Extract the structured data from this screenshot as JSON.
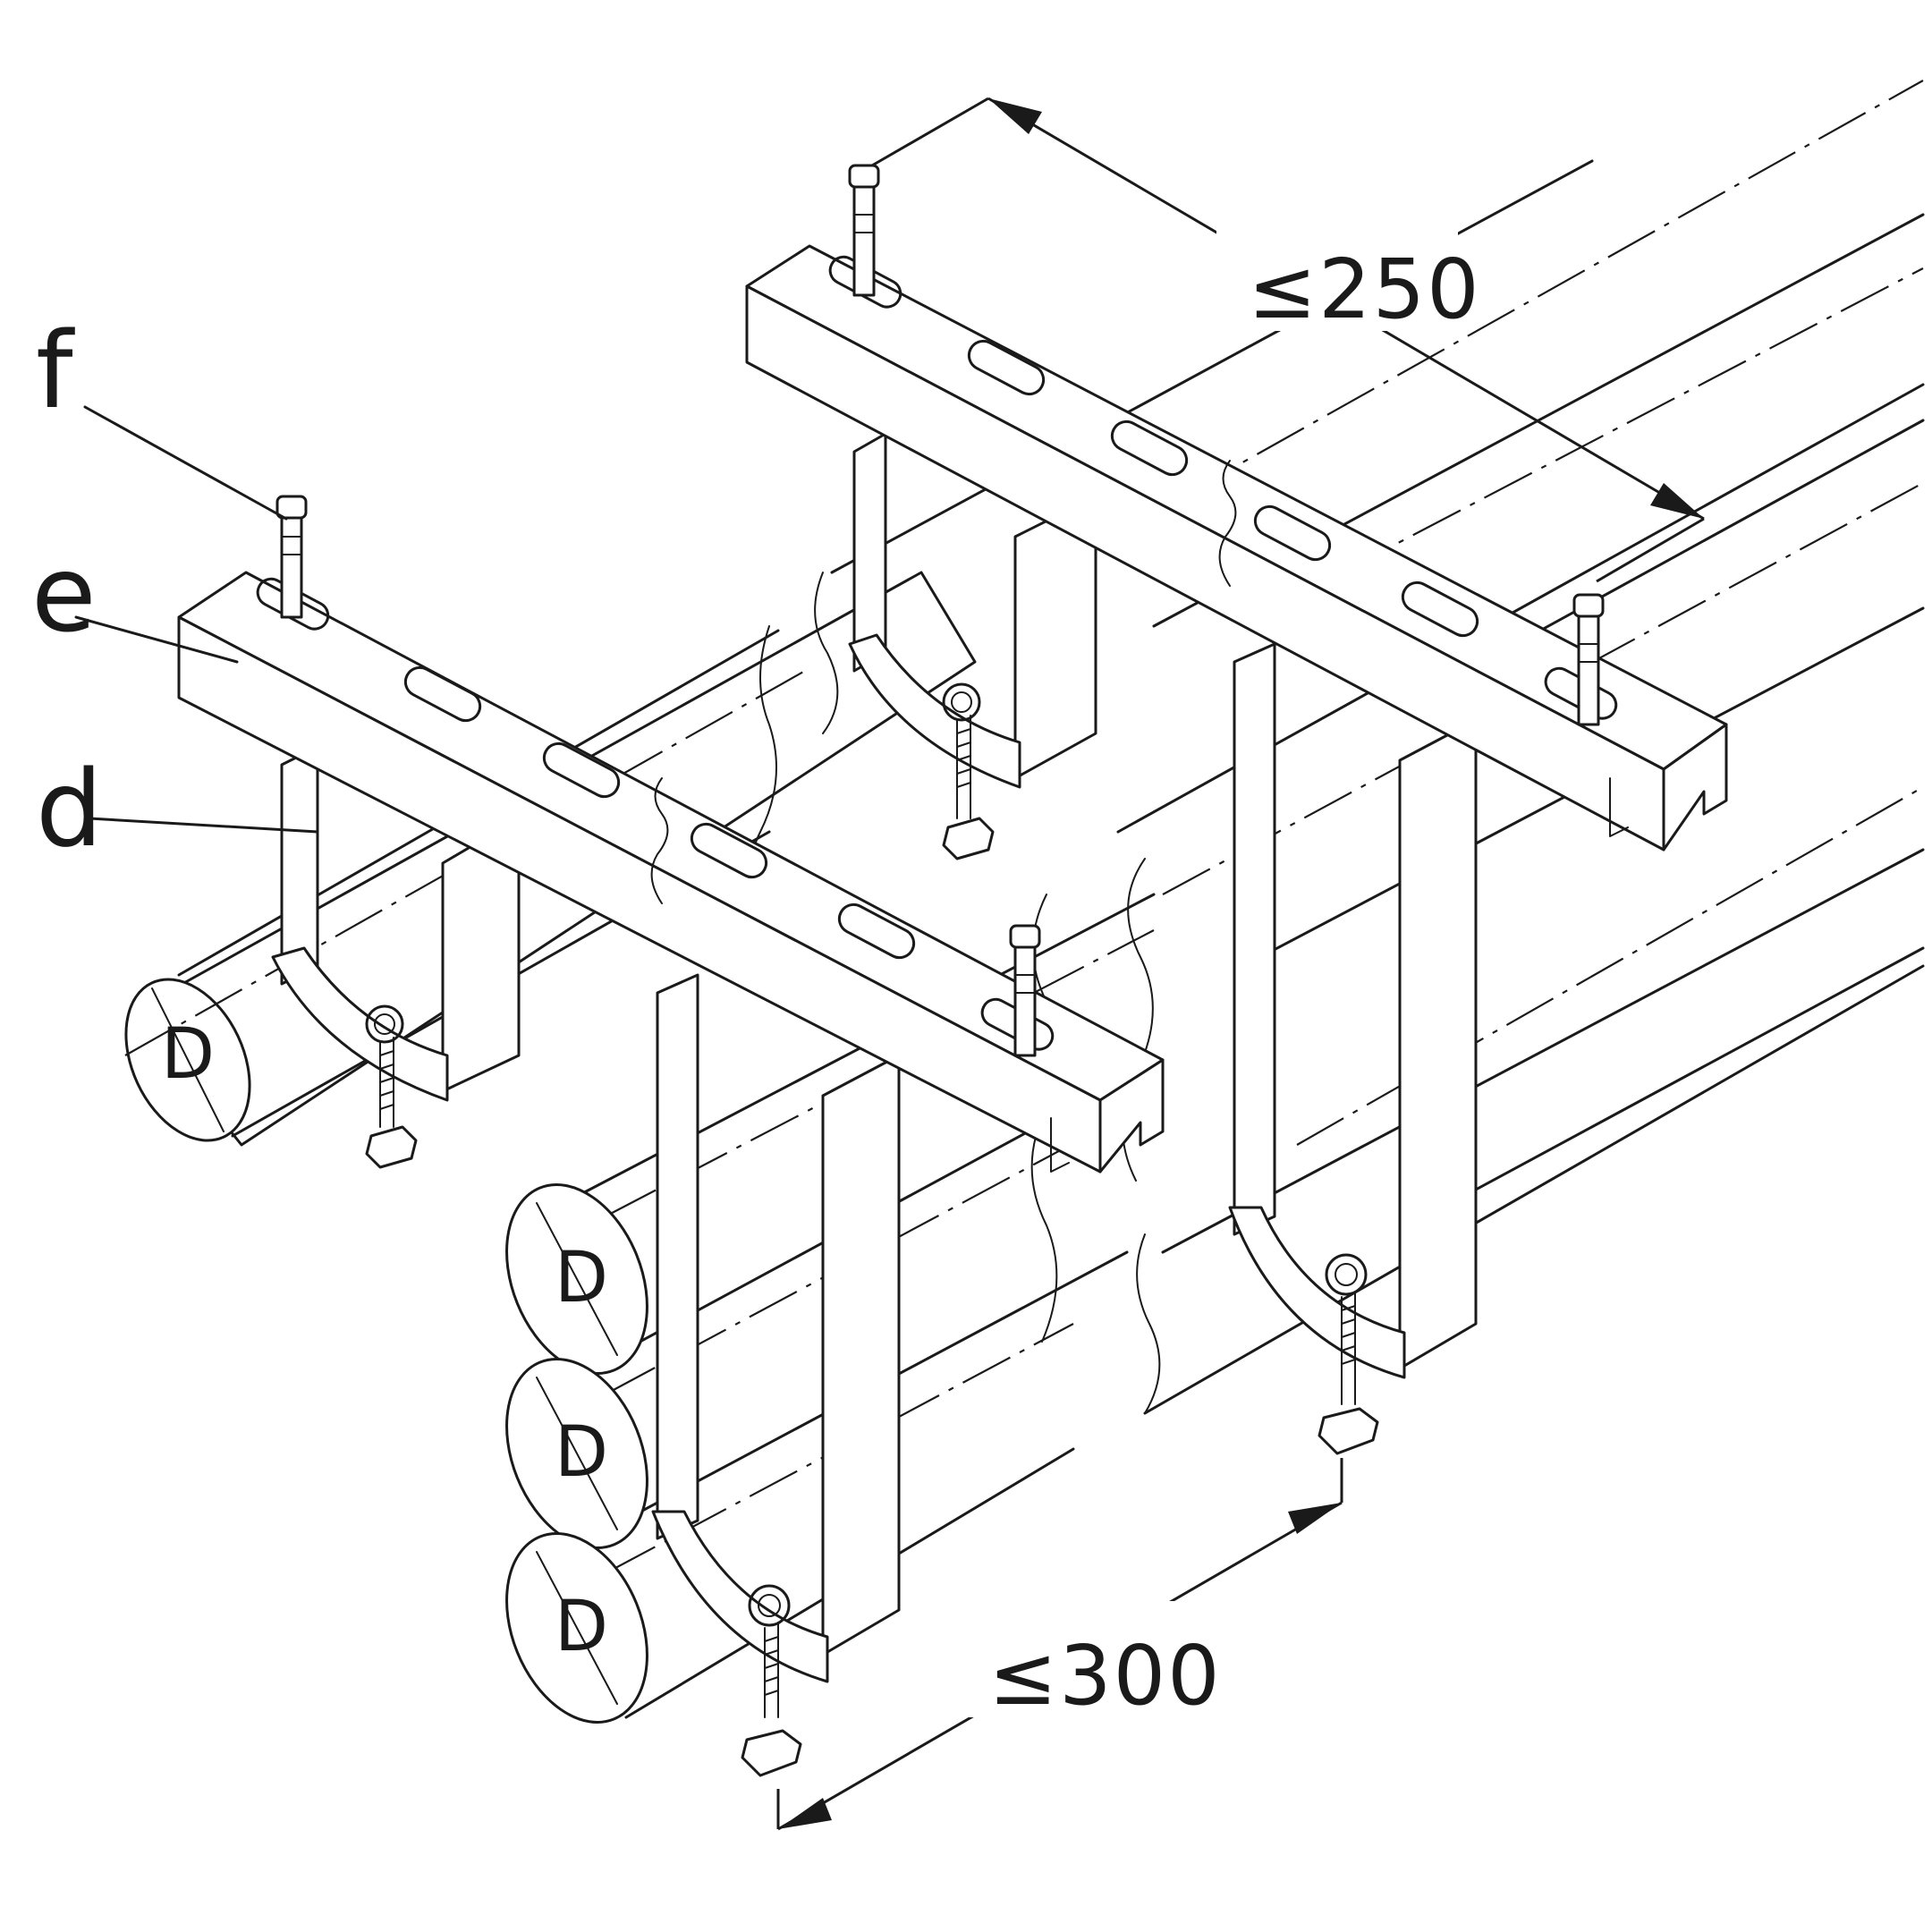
{
  "callouts": {
    "f": "f",
    "e": "e",
    "d": "d"
  },
  "dimensions": {
    "top_spacing": "≤250",
    "bottom_spacing": "≤300"
  },
  "pipe_label": "D"
}
